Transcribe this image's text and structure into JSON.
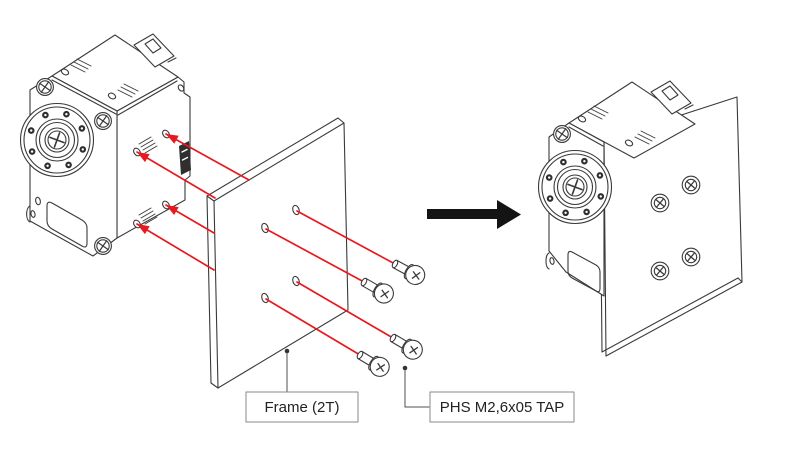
{
  "diagram": {
    "type": "assembly-instruction-exploded-view",
    "labels": {
      "frame_label": "Frame (2T)",
      "screw_label": "PHS M2,6x05 TAP"
    },
    "colors": {
      "red_accent": "#e8191e",
      "arrow_black": "#141414",
      "line_art": "#3a3a3a",
      "label_border": "#8a8a8a",
      "label_text": "#222222",
      "leader_line": "#4f4f4f",
      "background": "#ffffff"
    }
  }
}
